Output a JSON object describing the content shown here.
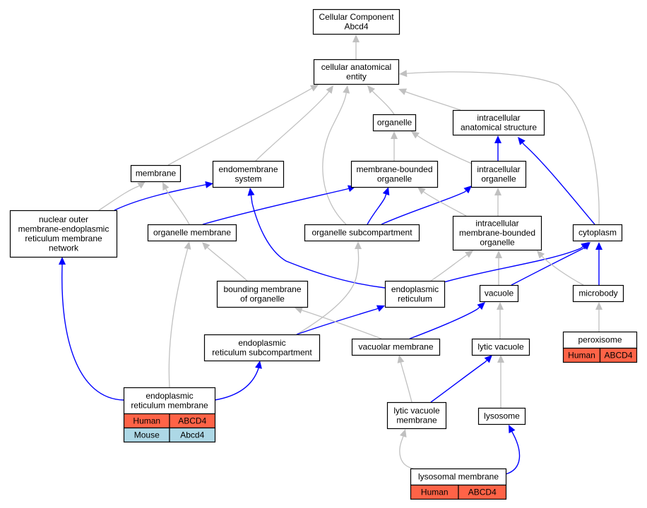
{
  "colors": {
    "human": "#ff6347",
    "mouse": "#add8e6",
    "blue_edge": "#0000ff",
    "gray_edge": "#c0c0c0"
  },
  "nodes": {
    "root": [
      "Cellular Component",
      "Abcd4"
    ],
    "cae": [
      "cellular anatomical",
      "entity"
    ],
    "organelle": [
      "organelle"
    ],
    "ias": [
      "intracellular",
      "anatomical structure"
    ],
    "membrane": [
      "membrane"
    ],
    "endomembrane": [
      "endomembrane",
      "system"
    ],
    "mbo": [
      "membrane-bounded",
      "organelle"
    ],
    "io": [
      "intracellular",
      "organelle"
    ],
    "nuclear": [
      "nuclear outer",
      "membrane-endoplasmic",
      "reticulum membrane",
      "network"
    ],
    "orgmem": [
      "organelle membrane"
    ],
    "orgsub": [
      "organelle subcompartment"
    ],
    "imbo": [
      "intracellular",
      "membrane-bounded",
      "organelle"
    ],
    "cytoplasm": [
      "cytoplasm"
    ],
    "bmo": [
      "bounding membrane",
      "of organelle"
    ],
    "er": [
      "endoplasmic",
      "reticulum"
    ],
    "vacuole": [
      "vacuole"
    ],
    "microbody": [
      "microbody"
    ],
    "peroxisome": [
      "peroxisome"
    ],
    "ersub": [
      "endoplasmic",
      "reticulum subcompartment"
    ],
    "vacmem": [
      "vacuolar membrane"
    ],
    "lytvac": [
      "lytic vacuole"
    ],
    "ermem": [
      "endoplasmic",
      "reticulum membrane"
    ],
    "lvm": [
      "lytic vacuole",
      "membrane"
    ],
    "lysosome": [
      "lysosome"
    ],
    "lysmem": [
      "lysosomal membrane"
    ]
  },
  "annotations": {
    "peroxisome": [
      {
        "species": "Human",
        "gene": "ABCD4"
      }
    ],
    "ermem": [
      {
        "species": "Human",
        "gene": "ABCD4"
      },
      {
        "species": "Mouse",
        "gene": "Abcd4"
      }
    ],
    "lysmem": [
      {
        "species": "Human",
        "gene": "ABCD4"
      }
    ]
  }
}
